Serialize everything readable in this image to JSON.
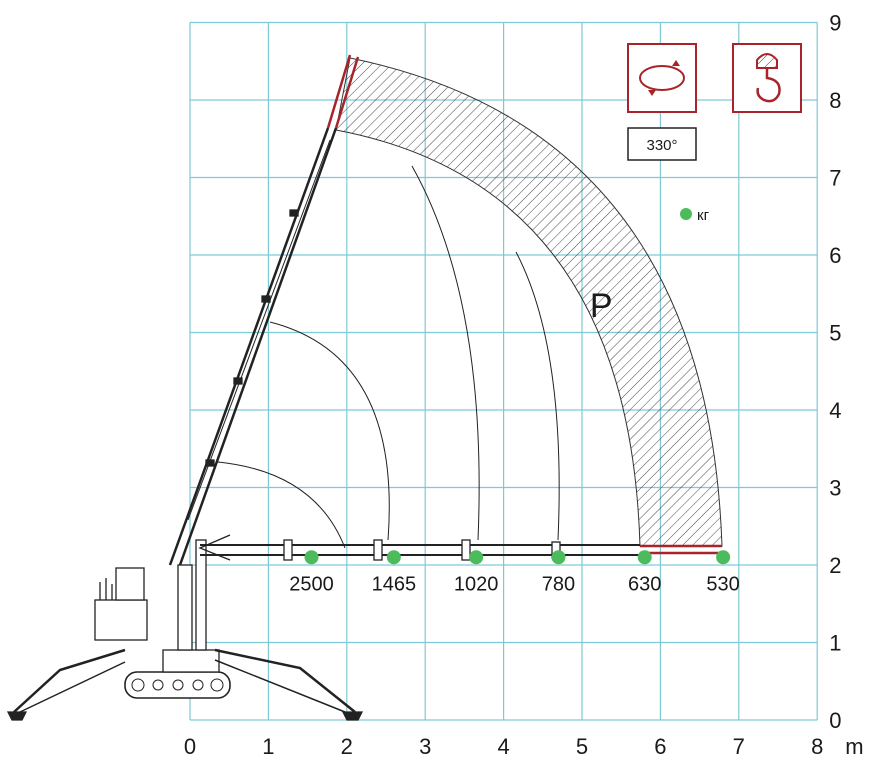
{
  "chart_data": {
    "type": "load-chart",
    "x_unit": "m",
    "xlim": [
      0,
      8
    ],
    "ylim": [
      0,
      9
    ],
    "x_ticks": [
      "0",
      "1",
      "2",
      "3",
      "4",
      "5",
      "6",
      "7",
      "8"
    ],
    "y_ticks": [
      "0",
      "1",
      "2",
      "3",
      "4",
      "5",
      "6",
      "7",
      "8",
      "9"
    ],
    "load_points": [
      {
        "x": 1.55,
        "y": 2.1,
        "label": "2500"
      },
      {
        "x": 2.6,
        "y": 2.1,
        "label": "1465"
      },
      {
        "x": 3.65,
        "y": 2.1,
        "label": "1020"
      },
      {
        "x": 4.7,
        "y": 2.1,
        "label": "780"
      },
      {
        "x": 5.8,
        "y": 2.1,
        "label": "630"
      },
      {
        "x": 6.8,
        "y": 2.1,
        "label": "530"
      }
    ],
    "region_label": "P",
    "rotation": "330°",
    "legend": {
      "label": "кг",
      "color": "#4cbb5c"
    }
  },
  "colors": {
    "grid": "#7ec9d6",
    "accent": "#a8242a",
    "point": "#4cbb5c",
    "line": "#222222"
  },
  "icons": [
    "rotation-icon",
    "hook-icon"
  ]
}
